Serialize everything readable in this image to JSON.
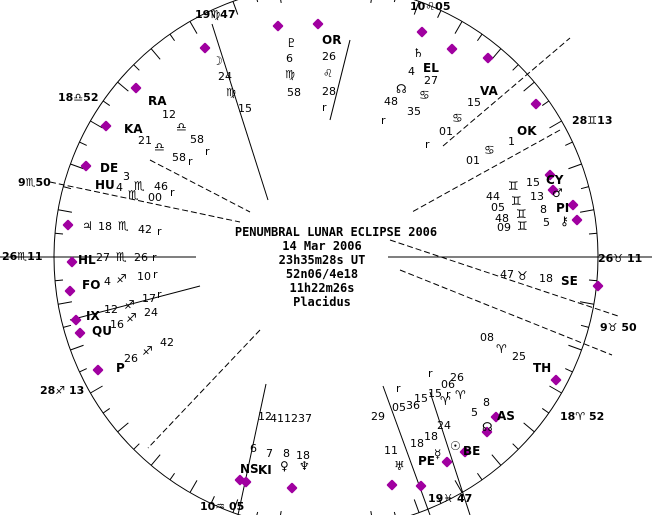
{
  "center": {
    "title": "PENUMBRAL LUNAR ECLIPSE 2006",
    "date": "14 Mar 2006",
    "time": "23h35m28s UT",
    "coords": "52n06/4e18",
    "sidereal": "11h22m26s",
    "house_system": "Placidus"
  },
  "cusps": {
    "c1": "26♏11",
    "c2": "9♏50",
    "c3": "18♎52",
    "c4": "19♍47",
    "c5": "10♌05",
    "c6": "28♊13",
    "c7": "26♉ 11",
    "c8": "9♉ 50",
    "c9": "18♈ 52",
    "c10": "19♓ 47",
    "c11": "10♒ 05",
    "c12": "28♐ 13"
  },
  "planets": {
    "pluto": {
      "glyph": "♇",
      "deg": "6",
      "sign": "♍",
      "min": "58"
    },
    "or": {
      "glyph": "OR",
      "deg": "26",
      "sign": "♌",
      "min": "28",
      "r": "r"
    },
    "moon": {
      "glyph": "☽",
      "deg": "24",
      "sign": "♍",
      "min": "15"
    },
    "saturn": {
      "glyph": "♄",
      "deg": "4",
      "sign": "♋",
      "min": "27"
    },
    "el": {
      "glyph": "EL"
    },
    "node": {
      "glyph": "☊",
      "deg": "48",
      "sign": "♋",
      "min": "35",
      "r": "r"
    },
    "va": {
      "glyph": "VA",
      "deg": "15",
      "sign": "♋",
      "min": "01"
    },
    "ok": {
      "glyph": "OK",
      "deg": "1",
      "sign": "♋",
      "min": "01"
    },
    "ra": {
      "glyph": "RA",
      "deg": "12",
      "sign": "♎",
      "min": "58",
      "r": "r"
    },
    "ka": {
      "glyph": "KA",
      "deg": "21",
      "sign": "♎",
      "min": "58",
      "r": "r"
    },
    "de": {
      "glyph": "DE",
      "deg": "3",
      "sign": "♏",
      "min": "46"
    },
    "hu": {
      "glyph": "HU",
      "deg": "4",
      "sign": "♏",
      "min": "00",
      "r": "r"
    },
    "jupiter": {
      "glyph": "♃",
      "deg": "18",
      "sign": "♏",
      "min": "42",
      "r": "r"
    },
    "hl": {
      "glyph": "HL",
      "deg": "27",
      "sign": "♏",
      "min": "26",
      "r": "r"
    },
    "fo": {
      "glyph": "FO",
      "deg": "4",
      "sign": "♐",
      "min": "10",
      "r": "r"
    },
    "ix": {
      "glyph": "IX",
      "deg": "12",
      "sign": "♐",
      "min": "17",
      "r": "r"
    },
    "qu": {
      "glyph": "QU",
      "deg": "16",
      "sign": "♐",
      "min": "24"
    },
    "pluto2": {
      "glyph": "P",
      "deg": "26",
      "sign": "♐",
      "min": "42"
    },
    "cy": {
      "glyph": "CY",
      "deg": "15",
      "sign": "♊",
      "min": "44"
    },
    "mars": {
      "glyph": "♂",
      "deg": "13",
      "sign": "♊",
      "min": "05"
    },
    "pi": {
      "glyph": "PI",
      "deg": "8",
      "sign": "♊",
      "min": "48"
    },
    "eris": {
      "glyph": "⚷",
      "deg": "5",
      "sign": "♊",
      "min": "09"
    },
    "se": {
      "glyph": "SE",
      "deg": "18",
      "sign": "♉",
      "min": "47"
    },
    "th": {
      "glyph": "TH",
      "deg": "25",
      "sign": "♈",
      "min": "08"
    },
    "as": {
      "glyph": "AS"
    },
    "be": {
      "glyph": "BE"
    },
    "sun": {
      "glyph": "☉"
    },
    "mercury": {
      "glyph": "☿"
    },
    "pe": {
      "glyph": "PE"
    },
    "uranus": {
      "glyph": "♅"
    },
    "ns": {
      "glyph": "NS"
    },
    "ki": {
      "glyph": "KI"
    },
    "venus": {
      "glyph": "♀"
    },
    "neptune": {
      "glyph": "♆"
    }
  },
  "lower_right_numbers": [
    "r",
    "26",
    "06",
    "15",
    "15",
    "36",
    "05",
    "r",
    "29",
    "11",
    "18",
    "18",
    "24",
    "8",
    "5",
    "r"
  ],
  "lower_left_numbers": [
    "12",
    "41",
    "12",
    "37",
    "6",
    "7",
    "8",
    "18"
  ],
  "colors": {
    "dot": "#800080",
    "dot_fill": "#a000a0",
    "line": "#000000"
  }
}
